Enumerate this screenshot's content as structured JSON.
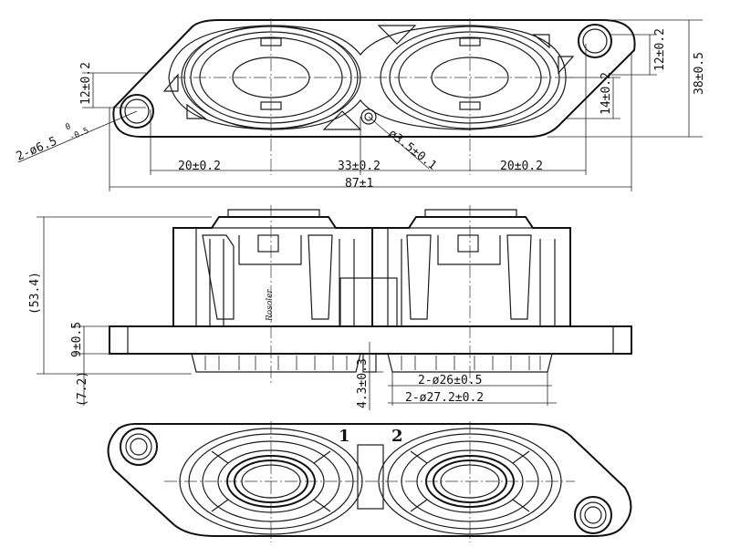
{
  "top_view": {
    "dimensions": {
      "width_left": "20±0.2",
      "pitch": "33±0.2",
      "width_right": "20±0.2",
      "overall_length": "87±1",
      "height_right": "38±0.5",
      "tab_right": "12±0.2",
      "tab_left": "12±0.2",
      "offset_right": "14±0.2",
      "mount_hole": "2-ø6.5",
      "mount_hole_tol_upper": "0",
      "mount_hole_tol_lower": "-0.5",
      "center_hole": "ø3.5±0.1"
    }
  },
  "side_view": {
    "dimensions": {
      "total_height": "(53.4)",
      "flange_height": "9±0.5",
      "bottom_height": "(7.2)",
      "step": "4.3±0.3",
      "diameter_inner": "2-ø26±0.5",
      "diameter_outer": "2-ø27.2±0.2"
    },
    "marking": "Rosoler"
  },
  "bottom_view": {
    "labels": {
      "port_1": "1",
      "port_2": "2"
    }
  }
}
